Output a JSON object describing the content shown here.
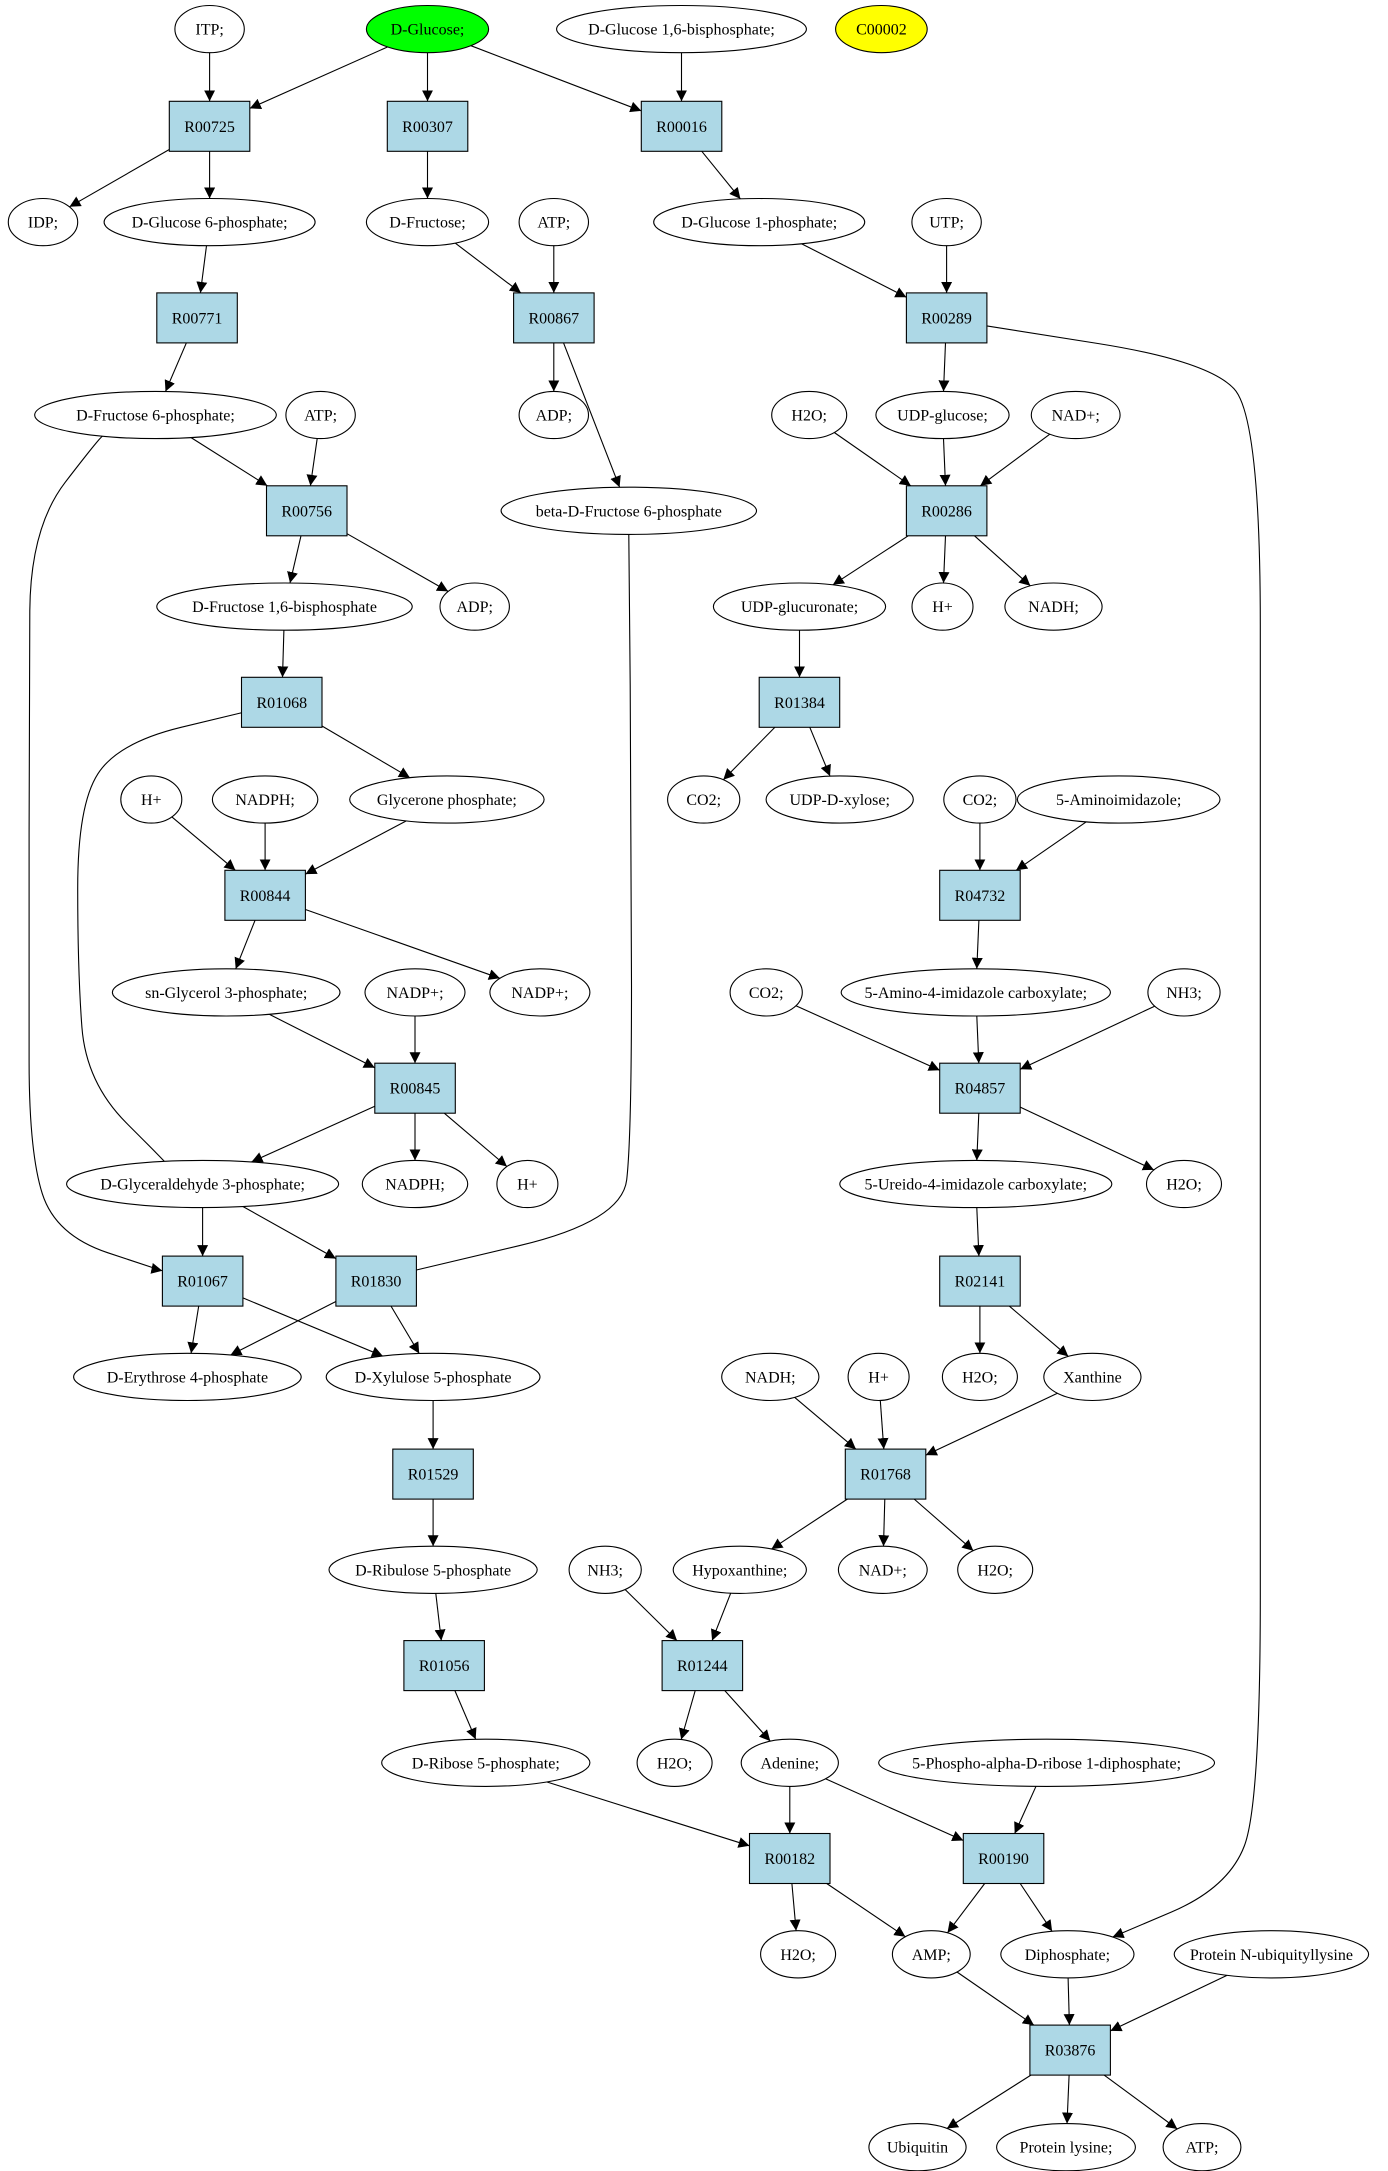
{
  "colors": {
    "background": "#ffffff",
    "reaction": "#add8e6",
    "compound": "#ffffff",
    "start": "#00ff00",
    "highlight": "#ffff00",
    "stroke": "#000000"
  },
  "nodes": [
    {
      "id": "itp",
      "label": "ITP;",
      "kind": "compound"
    },
    {
      "id": "dglucose",
      "label": "D-Glucose;",
      "kind": "start"
    },
    {
      "id": "dg16bp",
      "label": "D-Glucose 1,6-bisphosphate;",
      "kind": "compound"
    },
    {
      "id": "c00002",
      "label": "C00002",
      "kind": "highlight"
    },
    {
      "id": "r00725",
      "label": "R00725",
      "kind": "reaction"
    },
    {
      "id": "r00307",
      "label": "R00307",
      "kind": "reaction"
    },
    {
      "id": "r00016",
      "label": "R00016",
      "kind": "reaction"
    },
    {
      "id": "idp",
      "label": "IDP;",
      "kind": "compound"
    },
    {
      "id": "dg6p",
      "label": "D-Glucose 6-phosphate;",
      "kind": "compound"
    },
    {
      "id": "dfructose",
      "label": "D-Fructose;",
      "kind": "compound"
    },
    {
      "id": "atp1",
      "label": "ATP;",
      "kind": "compound"
    },
    {
      "id": "dg1p",
      "label": "D-Glucose 1-phosphate;",
      "kind": "compound"
    },
    {
      "id": "utp",
      "label": "UTP;",
      "kind": "compound"
    },
    {
      "id": "r00771",
      "label": "R00771",
      "kind": "reaction"
    },
    {
      "id": "r00867",
      "label": "R00867",
      "kind": "reaction"
    },
    {
      "id": "r00289",
      "label": "R00289",
      "kind": "reaction"
    },
    {
      "id": "df6p",
      "label": "D-Fructose 6-phosphate;",
      "kind": "compound"
    },
    {
      "id": "atp2",
      "label": "ATP;",
      "kind": "compound"
    },
    {
      "id": "adp1",
      "label": "ADP;",
      "kind": "compound"
    },
    {
      "id": "h2o1",
      "label": "H2O;",
      "kind": "compound"
    },
    {
      "id": "udpglucose",
      "label": "UDP-glucose;",
      "kind": "compound"
    },
    {
      "id": "nadp1",
      "label": "NAD+;",
      "kind": "compound"
    },
    {
      "id": "r00756",
      "label": "R00756",
      "kind": "reaction"
    },
    {
      "id": "bdf6p",
      "label": "beta-D-Fructose 6-phosphate",
      "kind": "compound"
    },
    {
      "id": "r00286",
      "label": "R00286",
      "kind": "reaction"
    },
    {
      "id": "df16bp",
      "label": "D-Fructose 1,6-bisphosphate",
      "kind": "compound"
    },
    {
      "id": "adp2",
      "label": "ADP;",
      "kind": "compound"
    },
    {
      "id": "udpglucuronate",
      "label": "UDP-glucuronate;",
      "kind": "compound"
    },
    {
      "id": "hplus1",
      "label": "H+",
      "kind": "compound"
    },
    {
      "id": "nadh1",
      "label": "NADH;",
      "kind": "compound"
    },
    {
      "id": "r01068",
      "label": "R01068",
      "kind": "reaction"
    },
    {
      "id": "r01384",
      "label": "R01384",
      "kind": "reaction"
    },
    {
      "id": "hplus2",
      "label": "H+",
      "kind": "compound"
    },
    {
      "id": "nadph1",
      "label": "NADPH;",
      "kind": "compound"
    },
    {
      "id": "glyceronep",
      "label": "Glycerone phosphate;",
      "kind": "compound"
    },
    {
      "id": "co2a",
      "label": "CO2;",
      "kind": "compound"
    },
    {
      "id": "udpxylose",
      "label": "UDP-D-xylose;",
      "kind": "compound"
    },
    {
      "id": "co2b",
      "label": "CO2;",
      "kind": "compound"
    },
    {
      "id": "aminoimid",
      "label": "5-Aminoimidazole;",
      "kind": "compound"
    },
    {
      "id": "r00844",
      "label": "R00844",
      "kind": "reaction"
    },
    {
      "id": "r04732",
      "label": "R04732",
      "kind": "reaction"
    },
    {
      "id": "snglycerol3p",
      "label": "sn-Glycerol 3-phosphate;",
      "kind": "compound"
    },
    {
      "id": "nadpplus1",
      "label": "NADP+;",
      "kind": "compound"
    },
    {
      "id": "nadpplus2",
      "label": "NADP+;",
      "kind": "compound"
    },
    {
      "id": "co2c",
      "label": "CO2;",
      "kind": "compound"
    },
    {
      "id": "amino4imid",
      "label": "5-Amino-4-imidazole carboxylate;",
      "kind": "compound"
    },
    {
      "id": "nh3a",
      "label": "NH3;",
      "kind": "compound"
    },
    {
      "id": "r00845",
      "label": "R00845",
      "kind": "reaction"
    },
    {
      "id": "r04857",
      "label": "R04857",
      "kind": "reaction"
    },
    {
      "id": "dg3p",
      "label": "D-Glyceraldehyde 3-phosphate;",
      "kind": "compound"
    },
    {
      "id": "nadph2",
      "label": "NADPH;",
      "kind": "compound"
    },
    {
      "id": "hplus3",
      "label": "H+",
      "kind": "compound"
    },
    {
      "id": "ureido",
      "label": "5-Ureido-4-imidazole carboxylate;",
      "kind": "compound"
    },
    {
      "id": "h2o2",
      "label": "H2O;",
      "kind": "compound"
    },
    {
      "id": "r01067",
      "label": "R01067",
      "kind": "reaction"
    },
    {
      "id": "r01830",
      "label": "R01830",
      "kind": "reaction"
    },
    {
      "id": "r02141",
      "label": "R02141",
      "kind": "reaction"
    },
    {
      "id": "de4p",
      "label": "D-Erythrose 4-phosphate",
      "kind": "compound"
    },
    {
      "id": "dx5p",
      "label": "D-Xylulose 5-phosphate",
      "kind": "compound"
    },
    {
      "id": "h2o3",
      "label": "H2O;",
      "kind": "compound"
    },
    {
      "id": "xanthine",
      "label": "Xanthine",
      "kind": "compound"
    },
    {
      "id": "nadh2",
      "label": "NADH;",
      "kind": "compound"
    },
    {
      "id": "hplus4",
      "label": "H+",
      "kind": "compound"
    },
    {
      "id": "r01529",
      "label": "R01529",
      "kind": "reaction"
    },
    {
      "id": "r01768",
      "label": "R01768",
      "kind": "reaction"
    },
    {
      "id": "dr5p",
      "label": "D-Ribulose 5-phosphate",
      "kind": "compound"
    },
    {
      "id": "nh3b",
      "label": "NH3;",
      "kind": "compound"
    },
    {
      "id": "hypoxanthine",
      "label": "Hypoxanthine;",
      "kind": "compound"
    },
    {
      "id": "nadp2",
      "label": "NAD+;",
      "kind": "compound"
    },
    {
      "id": "h2o4",
      "label": "H2O;",
      "kind": "compound"
    },
    {
      "id": "r01056",
      "label": "R01056",
      "kind": "reaction"
    },
    {
      "id": "r01244",
      "label": "R01244",
      "kind": "reaction"
    },
    {
      "id": "dribose5p",
      "label": "D-Ribose 5-phosphate;",
      "kind": "compound"
    },
    {
      "id": "h2o5",
      "label": "H2O;",
      "kind": "compound"
    },
    {
      "id": "adenine",
      "label": "Adenine;",
      "kind": "compound"
    },
    {
      "id": "prpp",
      "label": "5-Phospho-alpha-D-ribose 1-diphosphate;",
      "kind": "compound"
    },
    {
      "id": "r00182",
      "label": "R00182",
      "kind": "reaction"
    },
    {
      "id": "r00190",
      "label": "R00190",
      "kind": "reaction"
    },
    {
      "id": "h2o6",
      "label": "H2O;",
      "kind": "compound"
    },
    {
      "id": "amp",
      "label": "AMP;",
      "kind": "compound"
    },
    {
      "id": "diphosphate",
      "label": "Diphosphate;",
      "kind": "compound"
    },
    {
      "id": "protubi",
      "label": "Protein N-ubiquityllysine",
      "kind": "compound"
    },
    {
      "id": "r03876",
      "label": "R03876",
      "kind": "reaction"
    },
    {
      "id": "ubiquitin",
      "label": "Ubiquitin",
      "kind": "compound"
    },
    {
      "id": "proteinlysine",
      "label": "Protein lysine;",
      "kind": "compound"
    },
    {
      "id": "atp3",
      "label": "ATP;",
      "kind": "compound"
    }
  ],
  "edges": [
    [
      "itp",
      "r00725"
    ],
    [
      "dglucose",
      "r00725"
    ],
    [
      "dglucose",
      "r00307"
    ],
    [
      "dglucose",
      "r00016"
    ],
    [
      "dg16bp",
      "r00016"
    ],
    [
      "r00725",
      "idp"
    ],
    [
      "r00725",
      "dg6p"
    ],
    [
      "r00307",
      "dfructose"
    ],
    [
      "r00016",
      "dg1p"
    ],
    [
      "dg6p",
      "r00771"
    ],
    [
      "dfructose",
      "r00867"
    ],
    [
      "atp1",
      "r00867"
    ],
    [
      "dg1p",
      "r00289"
    ],
    [
      "utp",
      "r00289"
    ],
    [
      "r00771",
      "df6p"
    ],
    [
      "r00867",
      "adp1"
    ],
    [
      "r00867",
      "bdf6p"
    ],
    [
      "r00289",
      "udpglucose"
    ],
    [
      "r00289",
      "diphosphate"
    ],
    [
      "df6p",
      "r00756"
    ],
    [
      "atp2",
      "r00756"
    ],
    [
      "df6p",
      "r01067"
    ],
    [
      "h2o1",
      "r00286"
    ],
    [
      "udpglucose",
      "r00286"
    ],
    [
      "nadp1",
      "r00286"
    ],
    [
      "r00756",
      "df16bp"
    ],
    [
      "r00756",
      "adp2"
    ],
    [
      "bdf6p",
      "r01830"
    ],
    [
      "r00286",
      "udpglucuronate"
    ],
    [
      "r00286",
      "hplus1"
    ],
    [
      "r00286",
      "nadh1"
    ],
    [
      "df16bp",
      "r01068"
    ],
    [
      "udpglucuronate",
      "r01384"
    ],
    [
      "r01068",
      "glyceronep"
    ],
    [
      "r01068",
      "dg3p"
    ],
    [
      "r01384",
      "co2a"
    ],
    [
      "r01384",
      "udpxylose"
    ],
    [
      "hplus2",
      "r00844"
    ],
    [
      "nadph1",
      "r00844"
    ],
    [
      "glyceronep",
      "r00844"
    ],
    [
      "co2b",
      "r04732"
    ],
    [
      "aminoimid",
      "r04732"
    ],
    [
      "r00844",
      "snglycerol3p"
    ],
    [
      "r00844",
      "nadpplus2"
    ],
    [
      "r04732",
      "amino4imid"
    ],
    [
      "snglycerol3p",
      "r00845"
    ],
    [
      "nadpplus1",
      "r00845"
    ],
    [
      "co2c",
      "r04857"
    ],
    [
      "amino4imid",
      "r04857"
    ],
    [
      "nh3a",
      "r04857"
    ],
    [
      "r00845",
      "dg3p"
    ],
    [
      "r00845",
      "nadph2"
    ],
    [
      "r00845",
      "hplus3"
    ],
    [
      "r04857",
      "ureido"
    ],
    [
      "r04857",
      "h2o2"
    ],
    [
      "dg3p",
      "r01067"
    ],
    [
      "dg3p",
      "r01830"
    ],
    [
      "ureido",
      "r02141"
    ],
    [
      "r01067",
      "de4p"
    ],
    [
      "r01067",
      "dx5p"
    ],
    [
      "r01830",
      "de4p"
    ],
    [
      "r01830",
      "dx5p"
    ],
    [
      "r02141",
      "h2o3"
    ],
    [
      "r02141",
      "xanthine"
    ],
    [
      "dx5p",
      "r01529"
    ],
    [
      "nadh2",
      "r01768"
    ],
    [
      "hplus4",
      "r01768"
    ],
    [
      "xanthine",
      "r01768"
    ],
    [
      "r01529",
      "dr5p"
    ],
    [
      "r01768",
      "hypoxanthine"
    ],
    [
      "r01768",
      "nadp2"
    ],
    [
      "r01768",
      "h2o4"
    ],
    [
      "dr5p",
      "r01056"
    ],
    [
      "nh3b",
      "r01244"
    ],
    [
      "hypoxanthine",
      "r01244"
    ],
    [
      "r01056",
      "dribose5p"
    ],
    [
      "r01244",
      "h2o5"
    ],
    [
      "r01244",
      "adenine"
    ],
    [
      "dribose5p",
      "r00182"
    ],
    [
      "adenine",
      "r00182"
    ],
    [
      "adenine",
      "r00190"
    ],
    [
      "prpp",
      "r00190"
    ],
    [
      "r00182",
      "h2o6"
    ],
    [
      "r00182",
      "amp"
    ],
    [
      "r00190",
      "amp"
    ],
    [
      "r00190",
      "diphosphate"
    ],
    [
      "amp",
      "r03876"
    ],
    [
      "diphosphate",
      "r03876"
    ],
    [
      "protubi",
      "r03876"
    ],
    [
      "r03876",
      "ubiquitin"
    ],
    [
      "r03876",
      "proteinlysine"
    ],
    [
      "r03876",
      "atp3"
    ]
  ]
}
